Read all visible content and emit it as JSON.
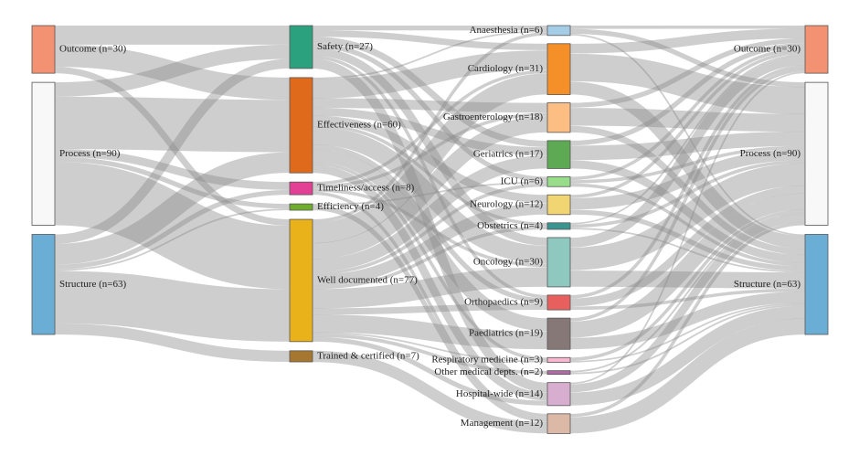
{
  "sankey": {
    "columns": [
      [
        {
          "id": "L-outcome",
          "label": "Outcome (n=30)",
          "value": 30,
          "color": "#f29272"
        },
        {
          "id": "L-process",
          "label": "Process (n=90)",
          "value": 90,
          "color": "#f8f8f8"
        },
        {
          "id": "L-structure",
          "label": "Structure (n=63)",
          "value": 63,
          "color": "#6aaed6"
        }
      ],
      [
        {
          "id": "Q-safety",
          "label": "Safety (n=27)",
          "value": 27,
          "color": "#2ca17e"
        },
        {
          "id": "Q-effect",
          "label": "Effectiveness (n=60)",
          "value": 60,
          "color": "#e06a1c"
        },
        {
          "id": "Q-timely",
          "label": "Timeliness/access (n=8)",
          "value": 8,
          "color": "#e33f94"
        },
        {
          "id": "Q-effic",
          "label": "Efficiency (n=4)",
          "value": 4,
          "color": "#6fac2e"
        },
        {
          "id": "Q-welldoc",
          "label": "Well documented (n=77)",
          "value": 77,
          "color": "#e9b21a"
        },
        {
          "id": "Q-trained",
          "label": "Trained & certified (n=7)",
          "value": 7,
          "color": "#a67731"
        }
      ],
      [
        {
          "id": "S-anaes",
          "label": "Anaesthesia (n=6)",
          "value": 6,
          "color": "#a6cde8"
        },
        {
          "id": "S-cardio",
          "label": "Cardiology (n=31)",
          "value": 31,
          "color": "#f59028"
        },
        {
          "id": "S-gastro",
          "label": "Gastroenterology (n=18)",
          "value": 18,
          "color": "#fcbe82"
        },
        {
          "id": "S-geri",
          "label": "Geriatrics (n=17)",
          "value": 17,
          "color": "#5da954"
        },
        {
          "id": "S-icu",
          "label": "ICU (n=6)",
          "value": 6,
          "color": "#98dd8a"
        },
        {
          "id": "S-neuro",
          "label": "Neurology (n=12)",
          "value": 12,
          "color": "#f2d573"
        },
        {
          "id": "S-obst",
          "label": "Obstetrics (n=4)",
          "value": 4,
          "color": "#3b9490"
        },
        {
          "id": "S-onco",
          "label": "Oncology (n=30)",
          "value": 30,
          "color": "#8ec8bf"
        },
        {
          "id": "S-ortho",
          "label": "Orthopaedics (n=9)",
          "value": 9,
          "color": "#e8605e"
        },
        {
          "id": "S-paed",
          "label": "Paediatrics (n=19)",
          "value": 19,
          "color": "#857876"
        },
        {
          "id": "S-resp",
          "label": "Respiratory medicine (n=3)",
          "value": 3,
          "color": "#f7b8cf"
        },
        {
          "id": "S-other",
          "label": "Other medical depts. (n=2)",
          "value": 2,
          "color": "#b06aa8"
        },
        {
          "id": "S-hosp",
          "label": "Hospital-wide (n=14)",
          "value": 14,
          "color": "#d8aed0"
        },
        {
          "id": "S-mgmt",
          "label": "Management (n=12)",
          "value": 12,
          "color": "#dcb9a6"
        }
      ],
      [
        {
          "id": "R-outcome",
          "label": "Outcome (n=30)",
          "value": 30,
          "color": "#f29272"
        },
        {
          "id": "R-process",
          "label": "Process (n=90)",
          "value": 90,
          "color": "#f8f8f8"
        },
        {
          "id": "R-structure",
          "label": "Structure (n=63)",
          "value": 63,
          "color": "#6aaed6"
        }
      ]
    ],
    "flows": [
      [
        "L-outcome",
        "Q-safety",
        12
      ],
      [
        "L-outcome",
        "Q-effect",
        14
      ],
      [
        "L-outcome",
        "Q-welldoc",
        4
      ],
      [
        "L-process",
        "Q-safety",
        9
      ],
      [
        "L-process",
        "Q-effect",
        33
      ],
      [
        "L-process",
        "Q-timely",
        5
      ],
      [
        "L-process",
        "Q-effic",
        3
      ],
      [
        "L-process",
        "Q-welldoc",
        40
      ],
      [
        "L-structure",
        "Q-safety",
        6
      ],
      [
        "L-structure",
        "Q-effect",
        13
      ],
      [
        "L-structure",
        "Q-timely",
        3
      ],
      [
        "L-structure",
        "Q-effic",
        1
      ],
      [
        "L-structure",
        "Q-welldoc",
        33
      ],
      [
        "L-structure",
        "Q-trained",
        7
      ],
      [
        "Q-safety",
        "S-anaes",
        3
      ],
      [
        "Q-safety",
        "S-cardio",
        4
      ],
      [
        "Q-safety",
        "S-geri",
        4
      ],
      [
        "Q-safety",
        "S-icu",
        3
      ],
      [
        "Q-safety",
        "S-onco",
        5
      ],
      [
        "Q-safety",
        "S-ortho",
        2
      ],
      [
        "Q-safety",
        "S-hosp",
        6
      ],
      [
        "Q-effect",
        "S-anaes",
        1
      ],
      [
        "Q-effect",
        "S-cardio",
        12
      ],
      [
        "Q-effect",
        "S-gastro",
        6
      ],
      [
        "Q-effect",
        "S-geri",
        5
      ],
      [
        "Q-effect",
        "S-neuro",
        5
      ],
      [
        "Q-effect",
        "S-obst",
        2
      ],
      [
        "Q-effect",
        "S-onco",
        11
      ],
      [
        "Q-effect",
        "S-ortho",
        3
      ],
      [
        "Q-effect",
        "S-paed",
        8
      ],
      [
        "Q-effect",
        "S-resp",
        2
      ],
      [
        "Q-effect",
        "S-hosp",
        5
      ],
      [
        "Q-timely",
        "S-cardio",
        2
      ],
      [
        "Q-timely",
        "S-gastro",
        2
      ],
      [
        "Q-timely",
        "S-onco",
        2
      ],
      [
        "Q-timely",
        "S-mgmt",
        2
      ],
      [
        "Q-effic",
        "S-icu",
        1
      ],
      [
        "Q-effic",
        "S-mgmt",
        3
      ],
      [
        "Q-welldoc",
        "S-anaes",
        2
      ],
      [
        "Q-welldoc",
        "S-cardio",
        13
      ],
      [
        "Q-welldoc",
        "S-gastro",
        10
      ],
      [
        "Q-welldoc",
        "S-geri",
        8
      ],
      [
        "Q-welldoc",
        "S-icu",
        2
      ],
      [
        "Q-welldoc",
        "S-neuro",
        7
      ],
      [
        "Q-welldoc",
        "S-obst",
        2
      ],
      [
        "Q-welldoc",
        "S-onco",
        12
      ],
      [
        "Q-welldoc",
        "S-ortho",
        4
      ],
      [
        "Q-welldoc",
        "S-paed",
        11
      ],
      [
        "Q-welldoc",
        "S-resp",
        1
      ],
      [
        "Q-welldoc",
        "S-other",
        2
      ],
      [
        "Q-welldoc",
        "S-hosp",
        3
      ],
      [
        "Q-trained",
        "S-mgmt",
        7
      ],
      [
        "S-anaes",
        "R-outcome",
        2
      ],
      [
        "S-anaes",
        "R-process",
        3
      ],
      [
        "S-anaes",
        "R-structure",
        1
      ],
      [
        "S-cardio",
        "R-outcome",
        6
      ],
      [
        "S-cardio",
        "R-process",
        17
      ],
      [
        "S-cardio",
        "R-structure",
        8
      ],
      [
        "S-gastro",
        "R-outcome",
        3
      ],
      [
        "S-gastro",
        "R-process",
        11
      ],
      [
        "S-gastro",
        "R-structure",
        4
      ],
      [
        "S-geri",
        "R-outcome",
        3
      ],
      [
        "S-geri",
        "R-process",
        9
      ],
      [
        "S-geri",
        "R-structure",
        5
      ],
      [
        "S-icu",
        "R-outcome",
        2
      ],
      [
        "S-icu",
        "R-process",
        2
      ],
      [
        "S-icu",
        "R-structure",
        2
      ],
      [
        "S-neuro",
        "R-outcome",
        2
      ],
      [
        "S-neuro",
        "R-process",
        7
      ],
      [
        "S-neuro",
        "R-structure",
        3
      ],
      [
        "S-obst",
        "R-outcome",
        1
      ],
      [
        "S-obst",
        "R-process",
        2
      ],
      [
        "S-obst",
        "R-structure",
        1
      ],
      [
        "S-onco",
        "R-outcome",
        6
      ],
      [
        "S-onco",
        "R-process",
        14
      ],
      [
        "S-onco",
        "R-structure",
        10
      ],
      [
        "S-ortho",
        "R-outcome",
        2
      ],
      [
        "S-ortho",
        "R-process",
        5
      ],
      [
        "S-ortho",
        "R-structure",
        2
      ],
      [
        "S-paed",
        "R-outcome",
        2
      ],
      [
        "S-paed",
        "R-process",
        10
      ],
      [
        "S-paed",
        "R-structure",
        7
      ],
      [
        "S-resp",
        "R-process",
        2
      ],
      [
        "S-resp",
        "R-structure",
        1
      ],
      [
        "S-other",
        "R-process",
        1
      ],
      [
        "S-other",
        "R-structure",
        1
      ],
      [
        "S-hosp",
        "R-outcome",
        1
      ],
      [
        "S-hosp",
        "R-process",
        5
      ],
      [
        "S-hosp",
        "R-structure",
        8
      ],
      [
        "S-mgmt",
        "R-process",
        2
      ],
      [
        "S-mgmt",
        "R-structure",
        10
      ]
    ]
  }
}
